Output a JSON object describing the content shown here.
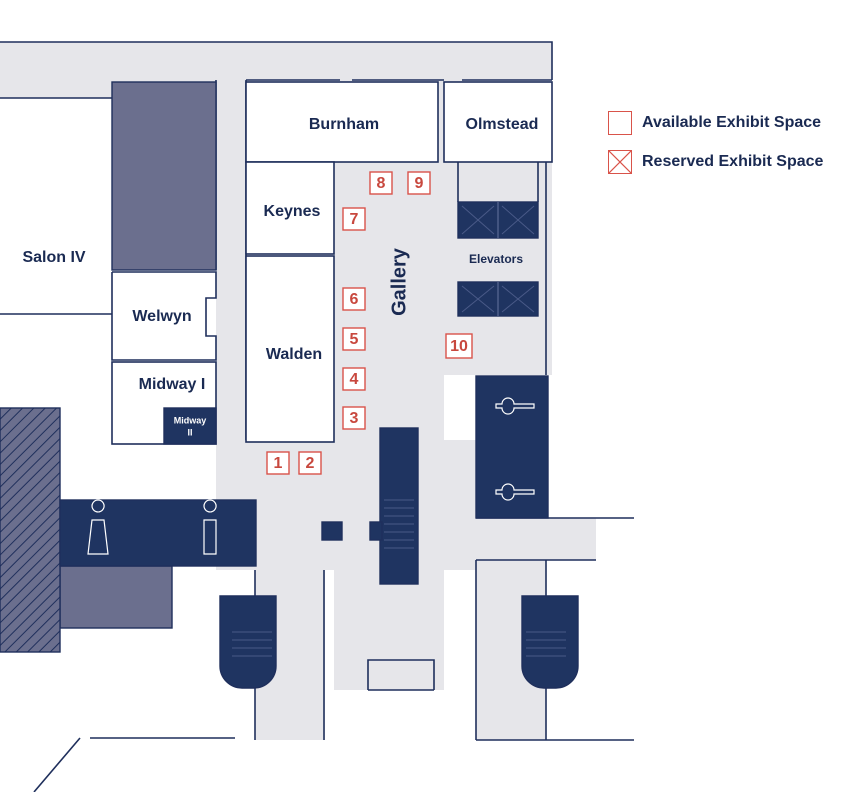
{
  "rooms": {
    "salon_iv": "Salon IV",
    "burnham": "Burnham",
    "olmstead": "Olmstead",
    "keynes": "Keynes",
    "welwyn": "Welwyn",
    "walden": "Walden",
    "midway_i": "Midway I",
    "midway_ii_line1": "Midway",
    "midway_ii_line2": "II",
    "elevators": "Elevators",
    "gallery": "Gallery"
  },
  "booths": [
    "1",
    "2",
    "3",
    "4",
    "5",
    "6",
    "7",
    "8",
    "9",
    "10"
  ],
  "legend": {
    "available": "Available Exhibit Space",
    "reserved": "Reserved Exhibit Space"
  },
  "colors": {
    "wall": "#1f2f5c",
    "dark_block": "#1f3461",
    "grey_block": "#6b6f8e",
    "corridor": "#e6e6ea",
    "booth_red": "#d9534a"
  }
}
